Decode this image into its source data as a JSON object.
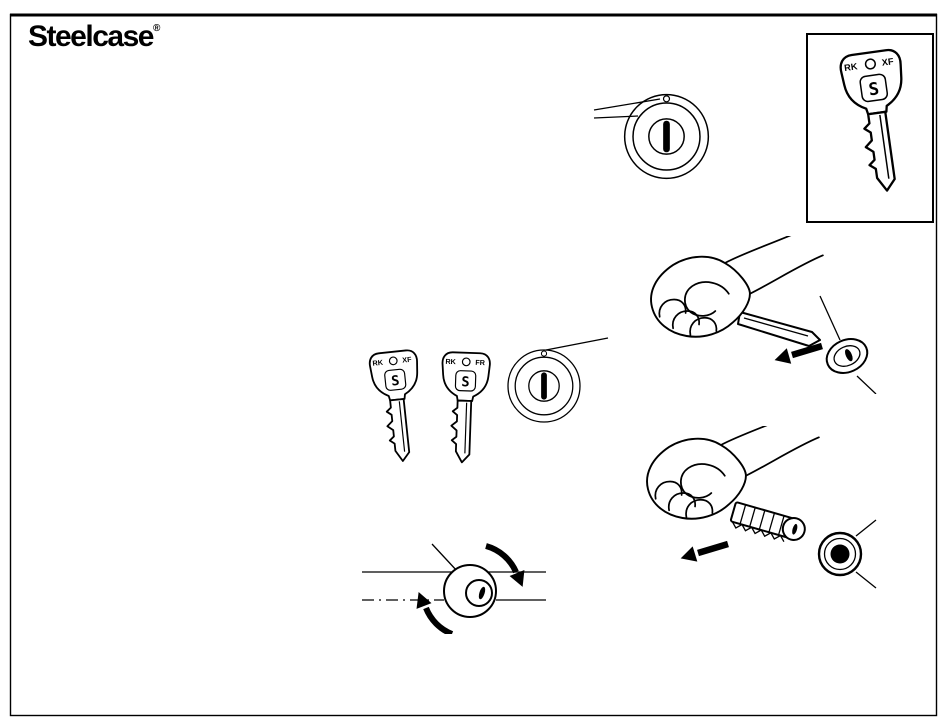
{
  "page": {
    "brand": "Steelcase",
    "registered_mark": "®"
  },
  "colors": {
    "ink": "#000000",
    "paper": "#ffffff"
  },
  "figures": {
    "control_key_box": {
      "name": "control-key-detail-box",
      "key": {
        "stamp_left": "RK",
        "stamp_right": "XF",
        "logo_letter": "S"
      }
    },
    "lock_face_top": {
      "name": "lock-face-front-view"
    },
    "insert_remove_key": {
      "name": "hand-with-key-at-lock"
    },
    "insert_remove_core": {
      "name": "hand-with-core-at-housing"
    },
    "key_pair": {
      "key_a": {
        "stamp_left": "RK",
        "stamp_right": "XF",
        "logo_letter": "S"
      },
      "key_b": {
        "stamp_left": "RK",
        "stamp_right": "FR",
        "logo_letter": "S"
      }
    },
    "lock_face_center": {
      "name": "lock-face-front-view-small"
    },
    "rotate_plug": {
      "name": "lock-plug-rotation"
    }
  }
}
